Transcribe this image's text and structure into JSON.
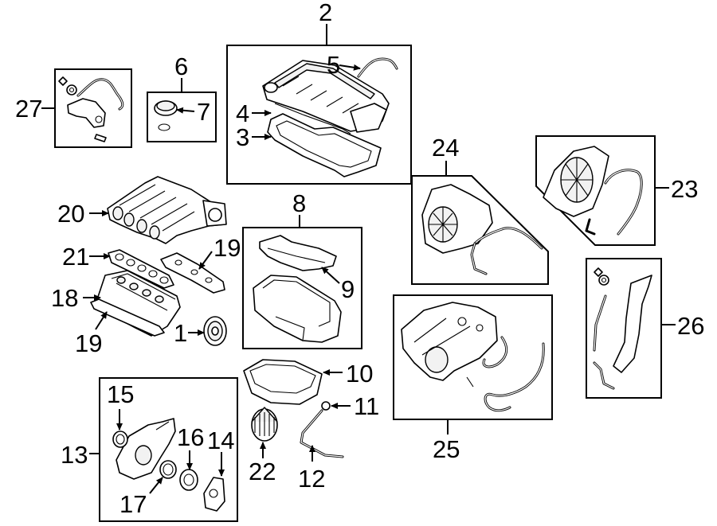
{
  "callouts": {
    "n1": "1",
    "n2": "2",
    "n3": "3",
    "n4": "4",
    "n5": "5",
    "n6": "6",
    "n7": "7",
    "n8": "8",
    "n9": "9",
    "n10": "10",
    "n11": "11",
    "n12": "12",
    "n13": "13",
    "n14": "14",
    "n15": "15",
    "n16": "16",
    "n17": "17",
    "n18": "18",
    "n19a": "19",
    "n19b": "19",
    "n20": "20",
    "n21": "21",
    "n22": "22",
    "n23": "23",
    "n24": "24",
    "n25": "25",
    "n26": "26",
    "n27": "27"
  }
}
